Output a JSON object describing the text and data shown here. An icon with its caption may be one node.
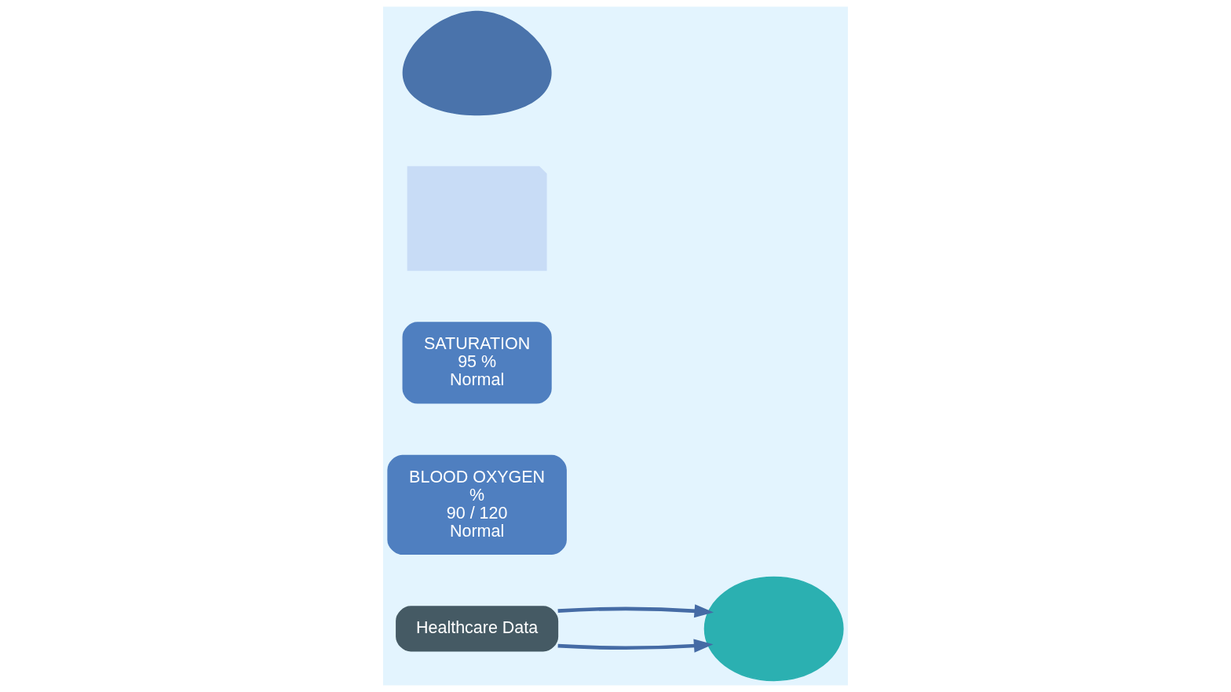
{
  "diagram": {
    "nodes": [
      {
        "text": [
          "Healthcare Data"
        ]
      },
      {
        "text": [
          "BLOOD OXYGEN",
          "%",
          "90 / 120",
          "Normal"
        ]
      },
      {
        "text": [
          "SATURATION",
          "95 %",
          "Normal"
        ]
      },
      {
        "text": [],
        "shape": "document"
      },
      {
        "text": [],
        "shape": "cloud"
      },
      {
        "text": [],
        "shape": "person"
      }
    ],
    "edges": [
      {
        "from": 0,
        "to": 4,
        "arrow": "to"
      },
      {
        "from": 0,
        "to": 4,
        "arrow": "to"
      }
    ]
  }
}
